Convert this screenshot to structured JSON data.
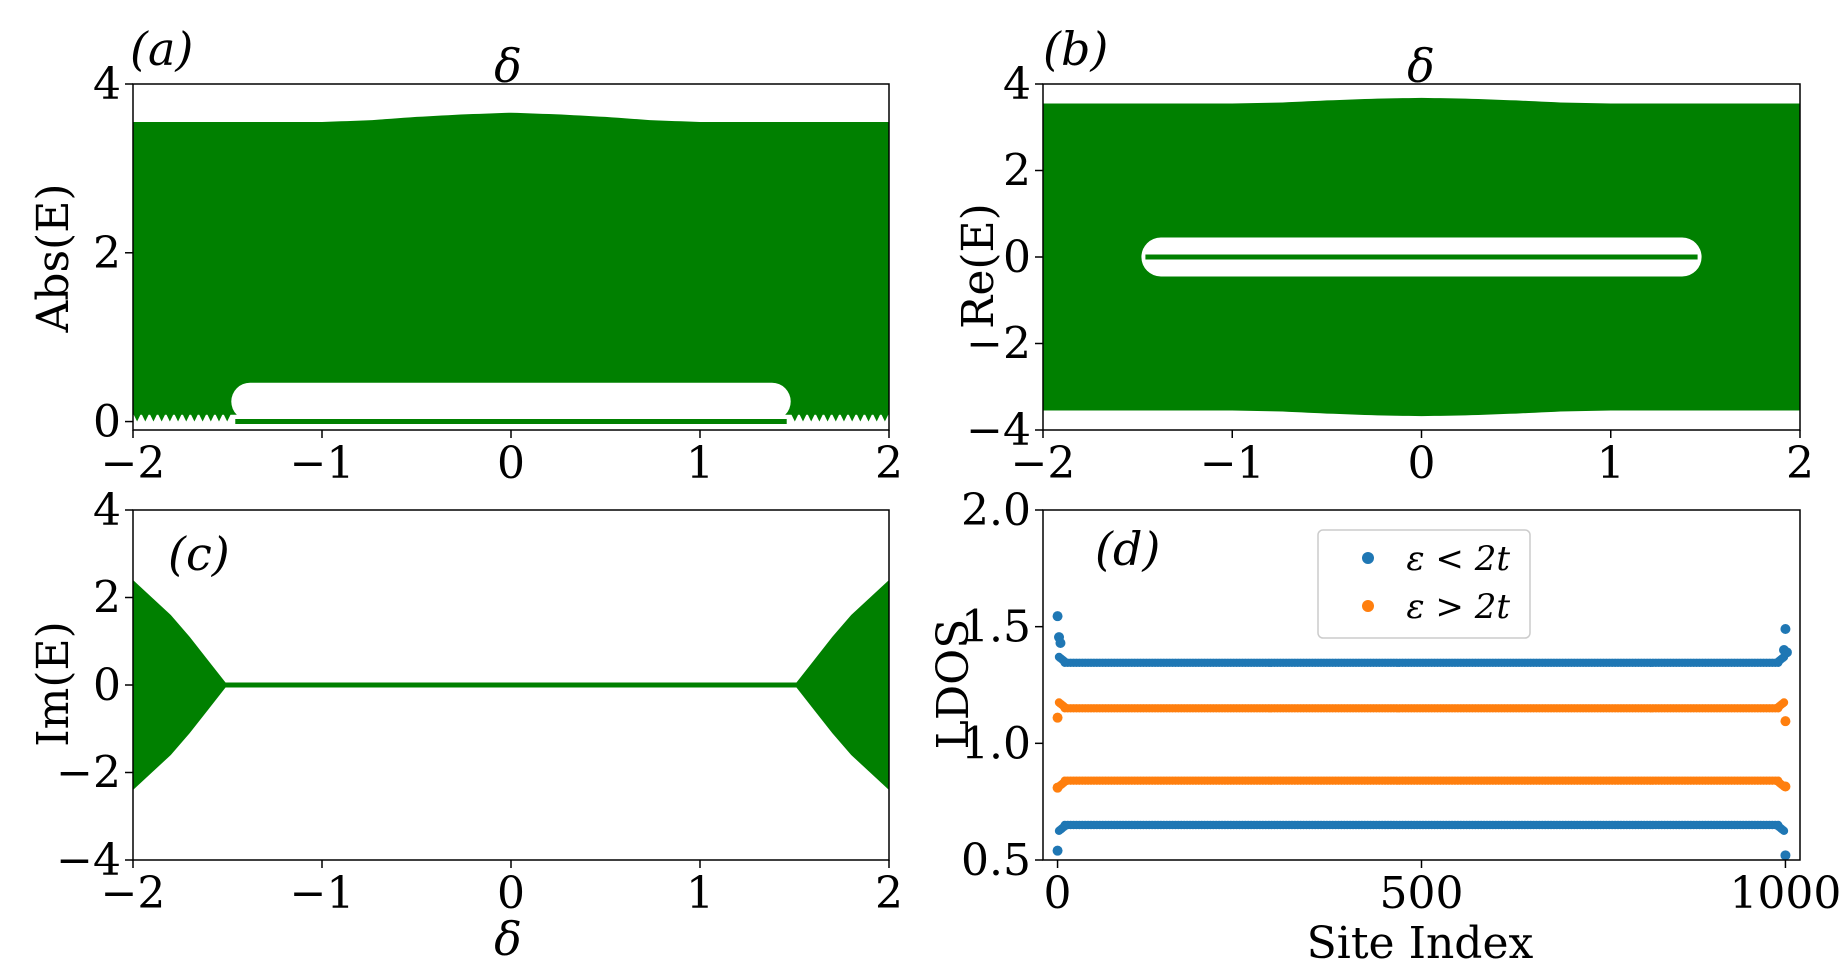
{
  "colors": {
    "band": "#008000",
    "series_blue": "#1f77b4",
    "series_orange": "#ff7f0e",
    "axis": "#000000",
    "background": "#ffffff"
  },
  "chart_data": [
    {
      "panel": "(a)",
      "type": "area",
      "top_xlabel": "δ",
      "xlabel": "",
      "ylabel": "Abs(E)",
      "xlim": [
        -2,
        2
      ],
      "ylim": [
        -0.1,
        4
      ],
      "xticks": [
        "−2",
        "−1",
        "0",
        "1",
        "2"
      ],
      "yticks": [
        "0",
        "2",
        "4"
      ],
      "series": [
        {
          "band_top": {
            "x": [
              -2,
              -1.5,
              -1.0,
              -0.75,
              -0.5,
              -0.25,
              0,
              0.25,
              0.5,
              0.75,
              1.0,
              1.5,
              2
            ],
            "y": [
              3.55,
              3.55,
              3.55,
              3.57,
              3.61,
              3.64,
              3.66,
              3.64,
              3.61,
              3.57,
              3.55,
              3.55,
              3.55
            ]
          },
          "band_bottom": {
            "x": [
              -2,
              2
            ],
            "y": [
              0.08,
              0.08
            ]
          },
          "gap": {
            "x": [
              -1.48,
              1.48
            ],
            "y_low": 0.015,
            "y_high": 0.46
          },
          "line": {
            "x": [
              -1.48,
              1.48
            ],
            "y": 0
          }
        }
      ]
    },
    {
      "panel": "(b)",
      "type": "area",
      "top_xlabel": "δ",
      "xlabel": "",
      "ylabel": "Re(E)",
      "xlim": [
        -2,
        2
      ],
      "ylim": [
        -4,
        4
      ],
      "xticks": [
        "−2",
        "−1",
        "0",
        "1",
        "2"
      ],
      "yticks": [
        "−4",
        "−2",
        "0",
        "2",
        "4"
      ],
      "series": [
        {
          "band_top": {
            "x": [
              -2,
              -1.5,
              -1.0,
              -0.75,
              -0.5,
              -0.25,
              0,
              0.25,
              0.5,
              0.75,
              1.0,
              1.5,
              2
            ],
            "y": [
              3.55,
              3.55,
              3.55,
              3.57,
              3.62,
              3.66,
              3.68,
              3.66,
              3.62,
              3.57,
              3.55,
              3.55,
              3.55
            ]
          },
          "band_bottom": {
            "x": [
              -2,
              -1.5,
              -1.0,
              -0.75,
              -0.5,
              -0.25,
              0,
              0.25,
              0.5,
              0.75,
              1.0,
              1.5,
              2
            ],
            "y": [
              -3.55,
              -3.55,
              -3.55,
              -3.57,
              -3.62,
              -3.66,
              -3.68,
              -3.66,
              -3.62,
              -3.57,
              -3.55,
              -3.55,
              -3.55
            ]
          },
          "gap": {
            "x": [
              -1.48,
              1.48
            ],
            "y_low": -0.45,
            "y_high": 0.45
          },
          "line": {
            "x": [
              -1.48,
              1.48
            ],
            "y": 0
          }
        }
      ]
    },
    {
      "panel": "(c)",
      "type": "area",
      "xlabel": "δ",
      "ylabel": "Im(E)",
      "xlim": [
        -2,
        2
      ],
      "ylim": [
        -4,
        4
      ],
      "xticks": [
        "−2",
        "−1",
        "0",
        "1",
        "2"
      ],
      "yticks": [
        "−4",
        "−2",
        "0",
        "2",
        "4"
      ],
      "series": [
        {
          "left_lobe": {
            "x": [
              -2.0,
              -1.9,
              -1.8,
              -1.7,
              -1.6,
              -1.5
            ],
            "y": [
              2.4,
              2.0,
              1.6,
              1.1,
              0.55,
              0.0
            ]
          },
          "right_lobe": {
            "x": [
              1.5,
              1.6,
              1.7,
              1.8,
              1.9,
              2.0
            ],
            "y": [
              0.0,
              0.55,
              1.1,
              1.6,
              2.0,
              2.4
            ]
          },
          "line": {
            "x": [
              -2,
              2
            ],
            "y": 0
          }
        }
      ]
    },
    {
      "panel": "(d)",
      "type": "scatter",
      "xlabel": "Site Index",
      "ylabel": "LDOS",
      "xlim": [
        -20,
        1020
      ],
      "ylim": [
        0.5,
        2.0
      ],
      "xticks": [
        "0",
        "500",
        "1000"
      ],
      "yticks": [
        "0.5",
        "1.0",
        "1.5",
        "2.0"
      ],
      "legend": "top-center",
      "series": [
        {
          "name": "ε < 2t",
          "color_key": "series_blue",
          "levels": [
            1.345,
            0.65
          ],
          "left_edge_extra": [
            [
              0,
              1.545
            ],
            [
              0,
              0.54
            ],
            [
              2,
              1.455
            ],
            [
              4,
              1.43
            ]
          ],
          "right_edge_extra": [
            [
              1000,
              1.49
            ],
            [
              1000,
              0.52
            ],
            [
              998,
              1.4
            ],
            [
              1002,
              1.39
            ]
          ]
        },
        {
          "name": "ε > 2t",
          "color_key": "series_orange",
          "levels": [
            1.15,
            0.84
          ],
          "left_edge_extra": [
            [
              0,
              1.11
            ],
            [
              0,
              0.81
            ]
          ],
          "right_edge_extra": [
            [
              1000,
              1.095
            ],
            [
              1000,
              0.815
            ]
          ]
        }
      ]
    }
  ]
}
